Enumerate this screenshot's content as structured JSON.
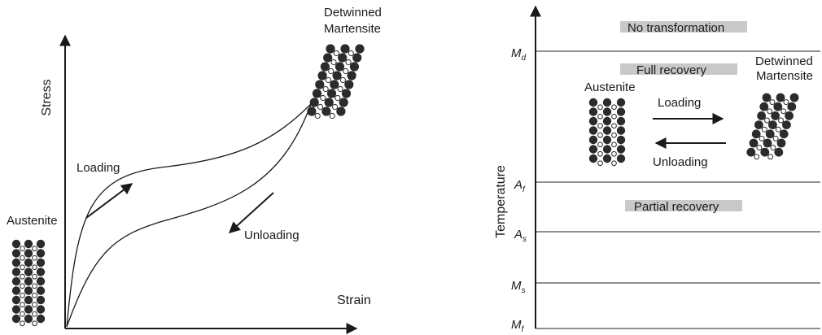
{
  "left_panel": {
    "y_axis_label": "Stress",
    "x_axis_label": "Strain",
    "austenite_label": "Austenite",
    "detwinned_label_line1": "Detwinned",
    "detwinned_label_line2": "Martensite",
    "loading_label": "Loading",
    "unloading_label": "Unloading"
  },
  "right_panel": {
    "y_axis_label": "Temperature",
    "levels": [
      {
        "main": "M",
        "sub": "d"
      },
      {
        "main": "A",
        "sub": "f"
      },
      {
        "main": "A",
        "sub": "s"
      },
      {
        "main": "M",
        "sub": "s"
      },
      {
        "main": "M",
        "sub": "f"
      }
    ],
    "regions": {
      "no_transformation": "No transformation",
      "full_recovery": "Full recovery",
      "partial_recovery": "Partial recovery"
    },
    "austenite_label": "Austenite",
    "detwinned_label_line1": "Detwinned",
    "detwinned_label_line2": "Martensite",
    "loading_label": "Loading",
    "unloading_label": "Unloading"
  },
  "colors": {
    "line": "#1a1a1a",
    "band": "#c9c9c9",
    "atom_dark": "#2b2b2b",
    "atom_light": "#ffffff"
  }
}
